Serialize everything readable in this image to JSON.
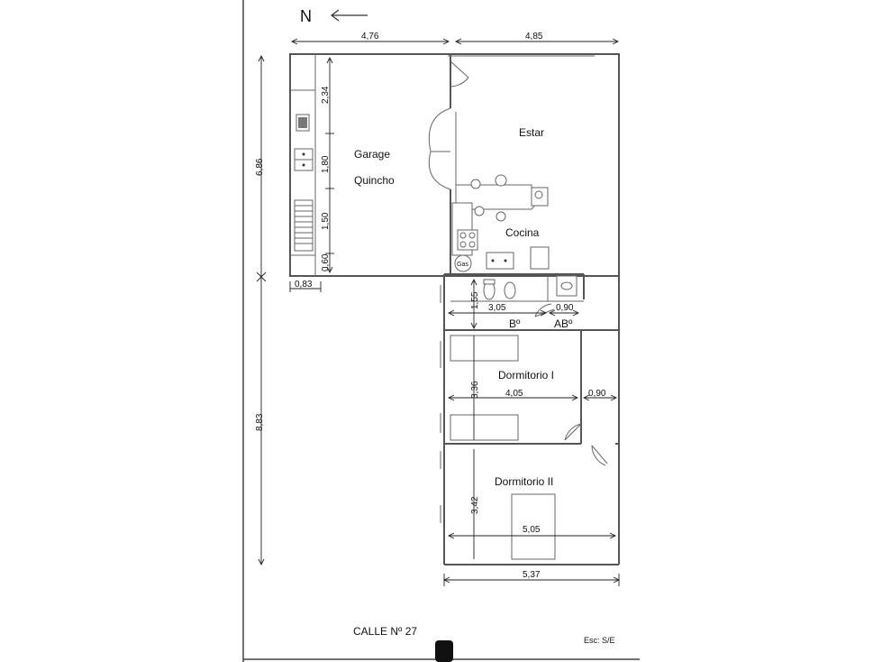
{
  "compass": {
    "letter": "N",
    "arrow_icon": "arrow-left-icon"
  },
  "rooms": {
    "garage": "Garage",
    "quincho": "Quincho",
    "estar": "Estar",
    "cocina": "Cocina",
    "bano": "Bº",
    "aseo": "ABº",
    "dormitorio_1": "Dormitorio I",
    "dormitorio_2": "Dormitorio II"
  },
  "fixtures": {
    "gas": "Gas"
  },
  "dimensions": {
    "top_left": "4,76",
    "top_right": "4,85",
    "overall_upper": "6,86",
    "overall_lower": "8,83",
    "strip_width": "0,83",
    "garage_seg_1": "2,34",
    "garage_seg_2": "1,80",
    "garage_seg_3": "1,50",
    "garage_seg_4": "0,60",
    "bath_height": "1,55",
    "bath_width": "3,05",
    "aseo_width": "0,90",
    "dorm1_height": "3,36",
    "dorm1_width": "4,05",
    "closet_width": "0,90",
    "dorm2_height": "3,42",
    "dorm2_width": "5,05",
    "bottom_total": "5,37"
  },
  "footer": {
    "street": "CALLE Nº 27",
    "scale": "Esc: S/E"
  }
}
